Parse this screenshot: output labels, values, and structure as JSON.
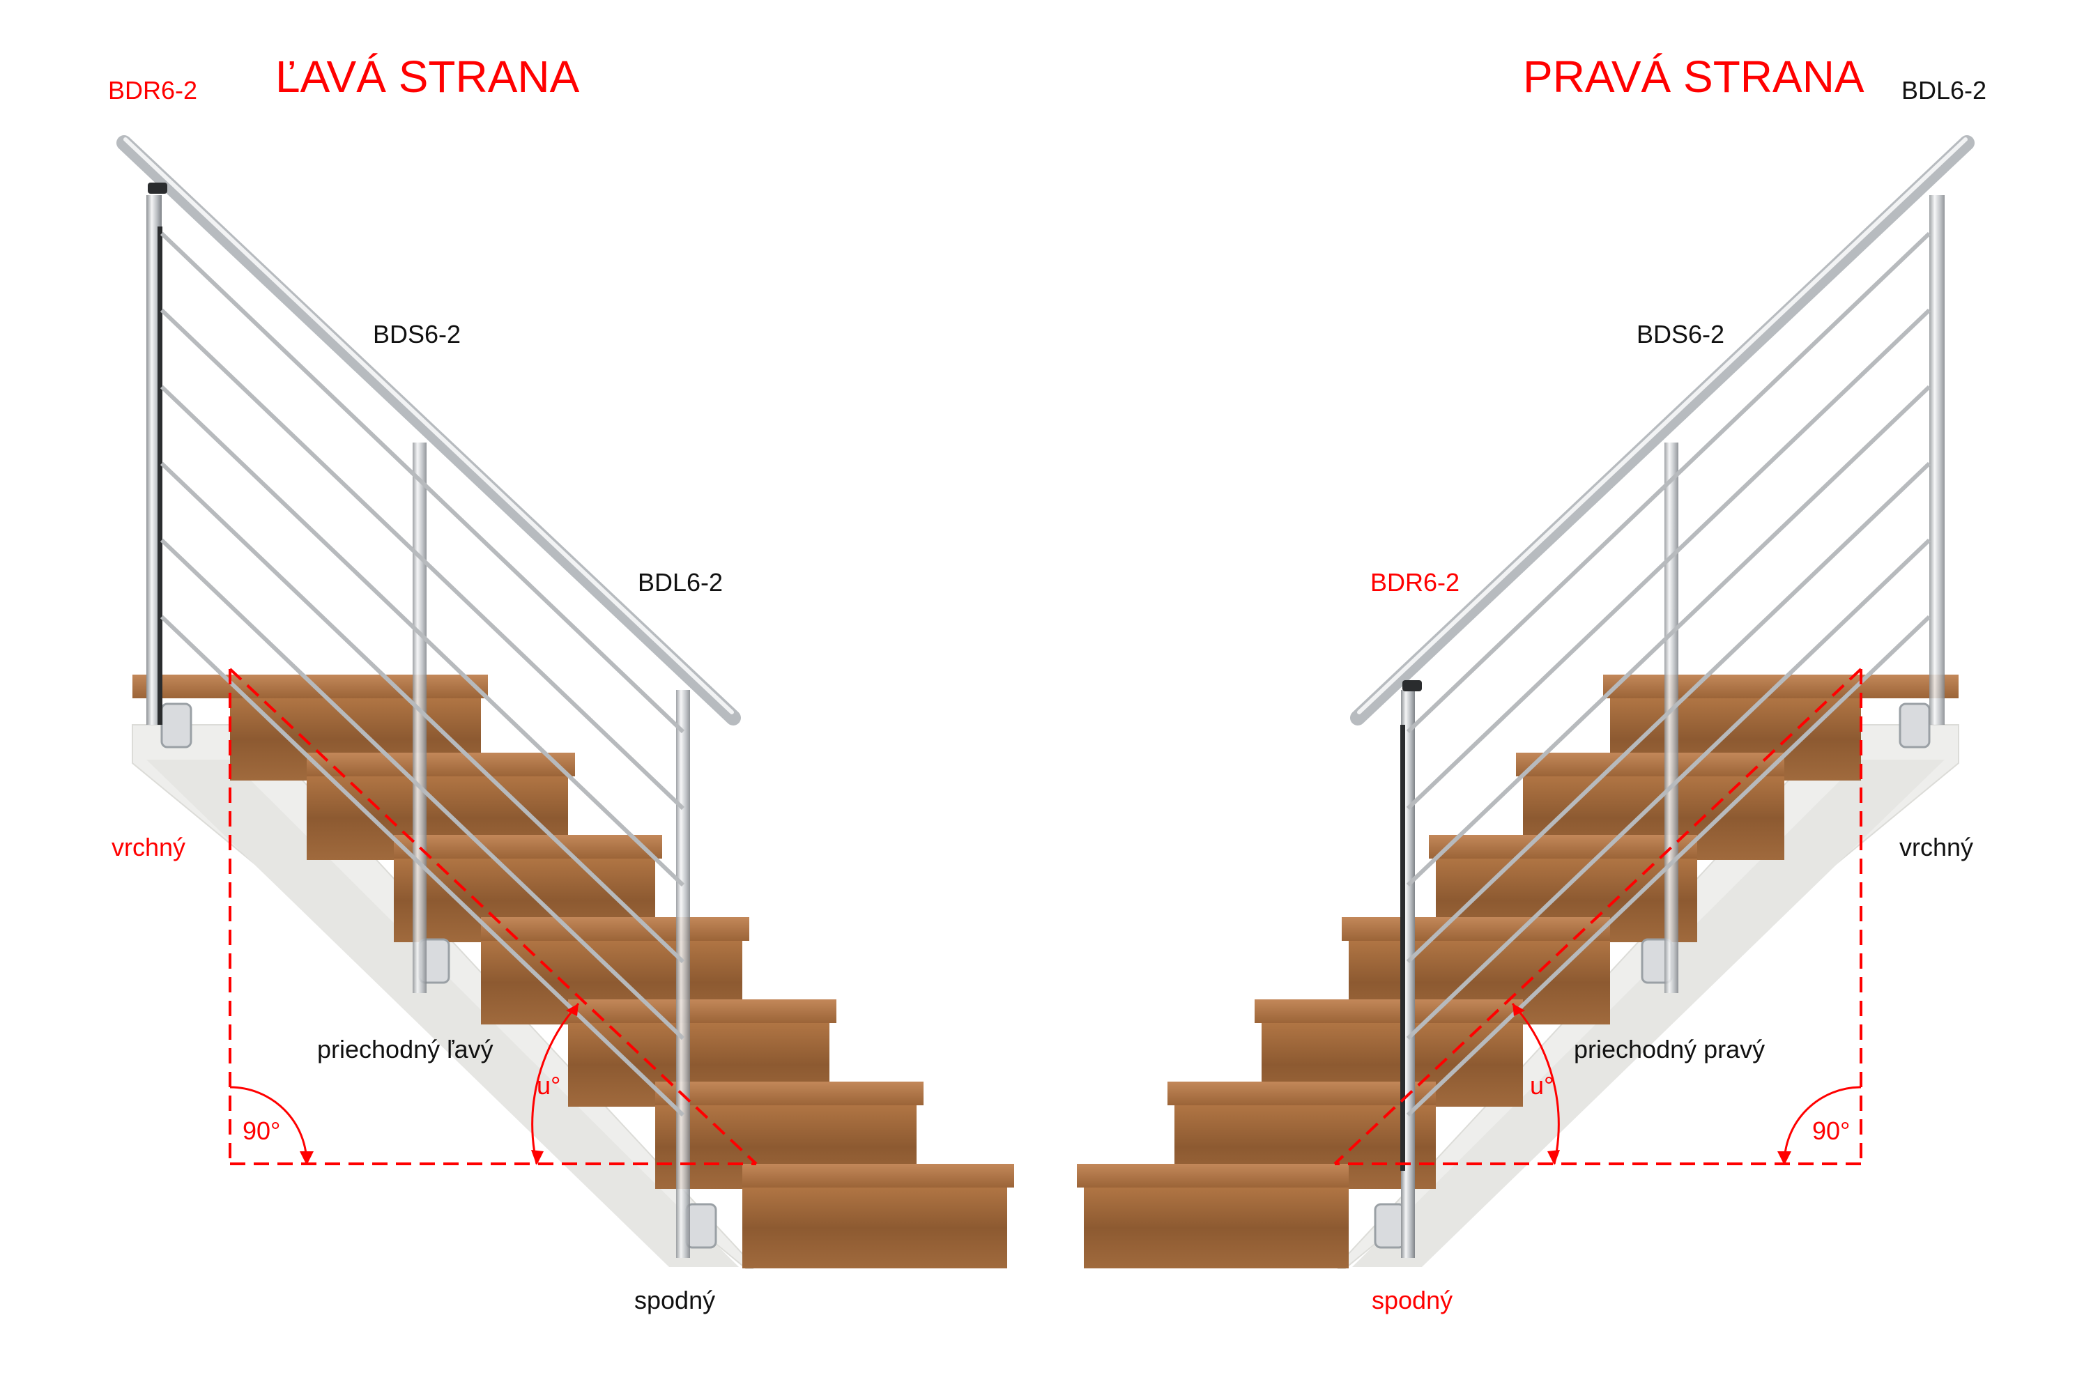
{
  "colors": {
    "accent_red": "#ff0000",
    "text_dark": "#111111",
    "wood": "#a86a3c",
    "wood_dark": "#7b4a26",
    "stringer": "#ececea",
    "steel": "#c9ccd0"
  },
  "left_side": {
    "title": "ĽAVÁ STRANA",
    "top_post_code": "BDR6-2",
    "middle_post_code": "BDS6-2",
    "bottom_post_code": "BDL6-2",
    "label_top": "vrchný",
    "label_middle": "priechodný ľavý",
    "label_bottom": "spodný",
    "angle_right": "90°",
    "angle_u": "u°"
  },
  "right_side": {
    "title": "PRAVÁ STRANA",
    "top_post_code": "BDL6-2",
    "middle_post_code": "BDS6-2",
    "bottom_post_code": "BDR6-2",
    "label_top": "vrchný",
    "label_middle": "priechodný pravý",
    "label_bottom": "spodný",
    "angle_right": "90°",
    "angle_u": "u°"
  }
}
